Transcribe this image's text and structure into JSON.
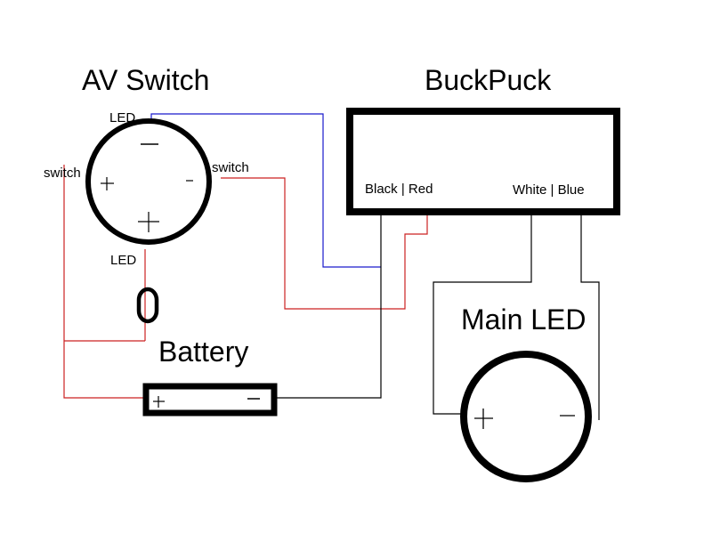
{
  "av_switch": {
    "title": "AV Switch",
    "label_led_top": "LED",
    "label_led_bottom": "LED",
    "label_switch_left": "switch",
    "label_switch_right": "switch"
  },
  "buckpuck": {
    "title": "BuckPuck",
    "left_pins": "Black | Red",
    "right_pins": "White | Blue"
  },
  "main_led": {
    "title": "Main LED"
  },
  "battery": {
    "title": "Battery"
  },
  "colors": {
    "blue_wire": "#1a1acc",
    "red_wire": "#cc2222",
    "black_wire": "#000000"
  }
}
